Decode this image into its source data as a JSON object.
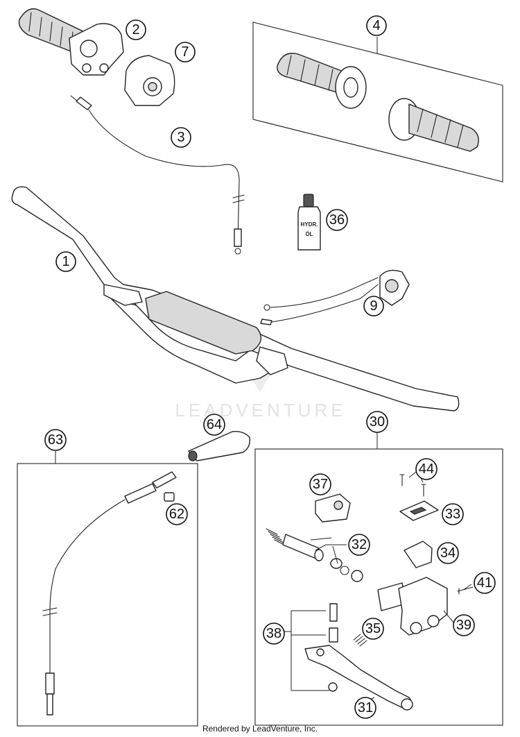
{
  "callouts": {
    "c1": "1",
    "c2": "2",
    "c3": "3",
    "c4": "4",
    "c7": "7",
    "c9": "9",
    "c30": "30",
    "c31": "31",
    "c32": "32",
    "c33": "33",
    "c34": "34",
    "c35": "35",
    "c36": "36",
    "c37": "37",
    "c38": "38",
    "c39": "39",
    "c41": "41",
    "c44": "44",
    "c62": "62",
    "c63": "63",
    "c64": "64"
  },
  "bottle_label": {
    "line1": "HYDR.",
    "line2": "ÖL"
  },
  "watermark": "LEADVENTURE",
  "footer": "Rendered by LeadVenture, Inc."
}
